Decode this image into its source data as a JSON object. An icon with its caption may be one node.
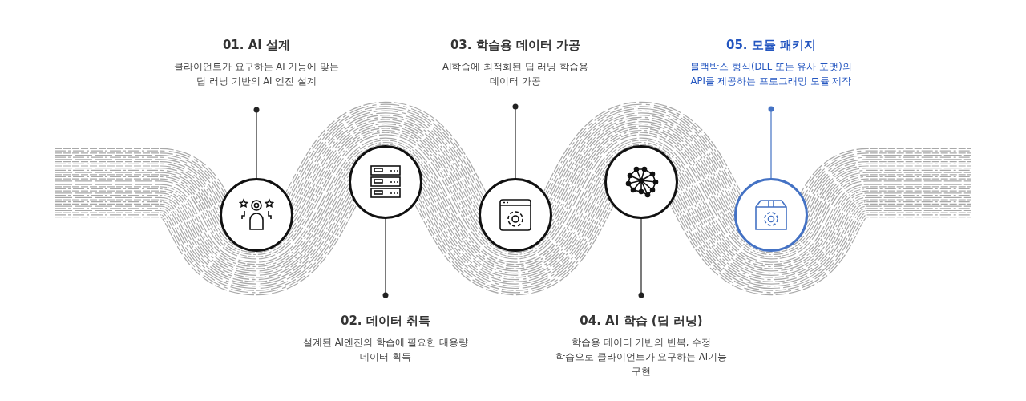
{
  "diagram": {
    "nodes": [
      {
        "text": [
          "01. AI 설계",
          "클라이언트가 요구하는 AI 기능에 맞는 딥 러닝 기반의 AI 엔진 설계"
        ]
      },
      {
        "text": [],
        "shape": "circle"
      },
      {
        "text": [
          "02. 데이터 취득",
          "설계된 AI엔진의 학습에 필요한 대용량 데이터 획득"
        ]
      },
      {
        "text": [],
        "shape": "circle"
      },
      {
        "text": [
          "03. 학습용 데이터 가공",
          "AI학습에 최적화된 딥 러닝 학습용 데이터 가공"
        ]
      },
      {
        "text": [],
        "shape": "circle"
      },
      {
        "text": [
          "04. AI 학습 (딥 러닝)",
          "학습용 데이터 기반의 반복, 수정 학습으로 클라이언트가 요구하는 AI기능 구현"
        ]
      },
      {
        "text": [],
        "shape": "circle"
      },
      {
        "text": [
          "05. 모듈 패키지",
          "블랙박스 형식(DLL 또는 유사 포맷)의 API를 제공하는 프로그래밍 모듈 제작"
        ]
      },
      {
        "text": [],
        "shape": "circle"
      }
    ],
    "edges": [
      {
        "from": 0,
        "to": 1,
        "arrow": "other"
      },
      {
        "from": 2,
        "to": 3,
        "arrow": "other"
      },
      {
        "from": 4,
        "to": 5,
        "arrow": "other"
      },
      {
        "from": 6,
        "to": 7,
        "arrow": "other"
      },
      {
        "from": 8,
        "to": 9,
        "arrow": "other",
        "color": "#4472c4"
      }
    ]
  }
}
